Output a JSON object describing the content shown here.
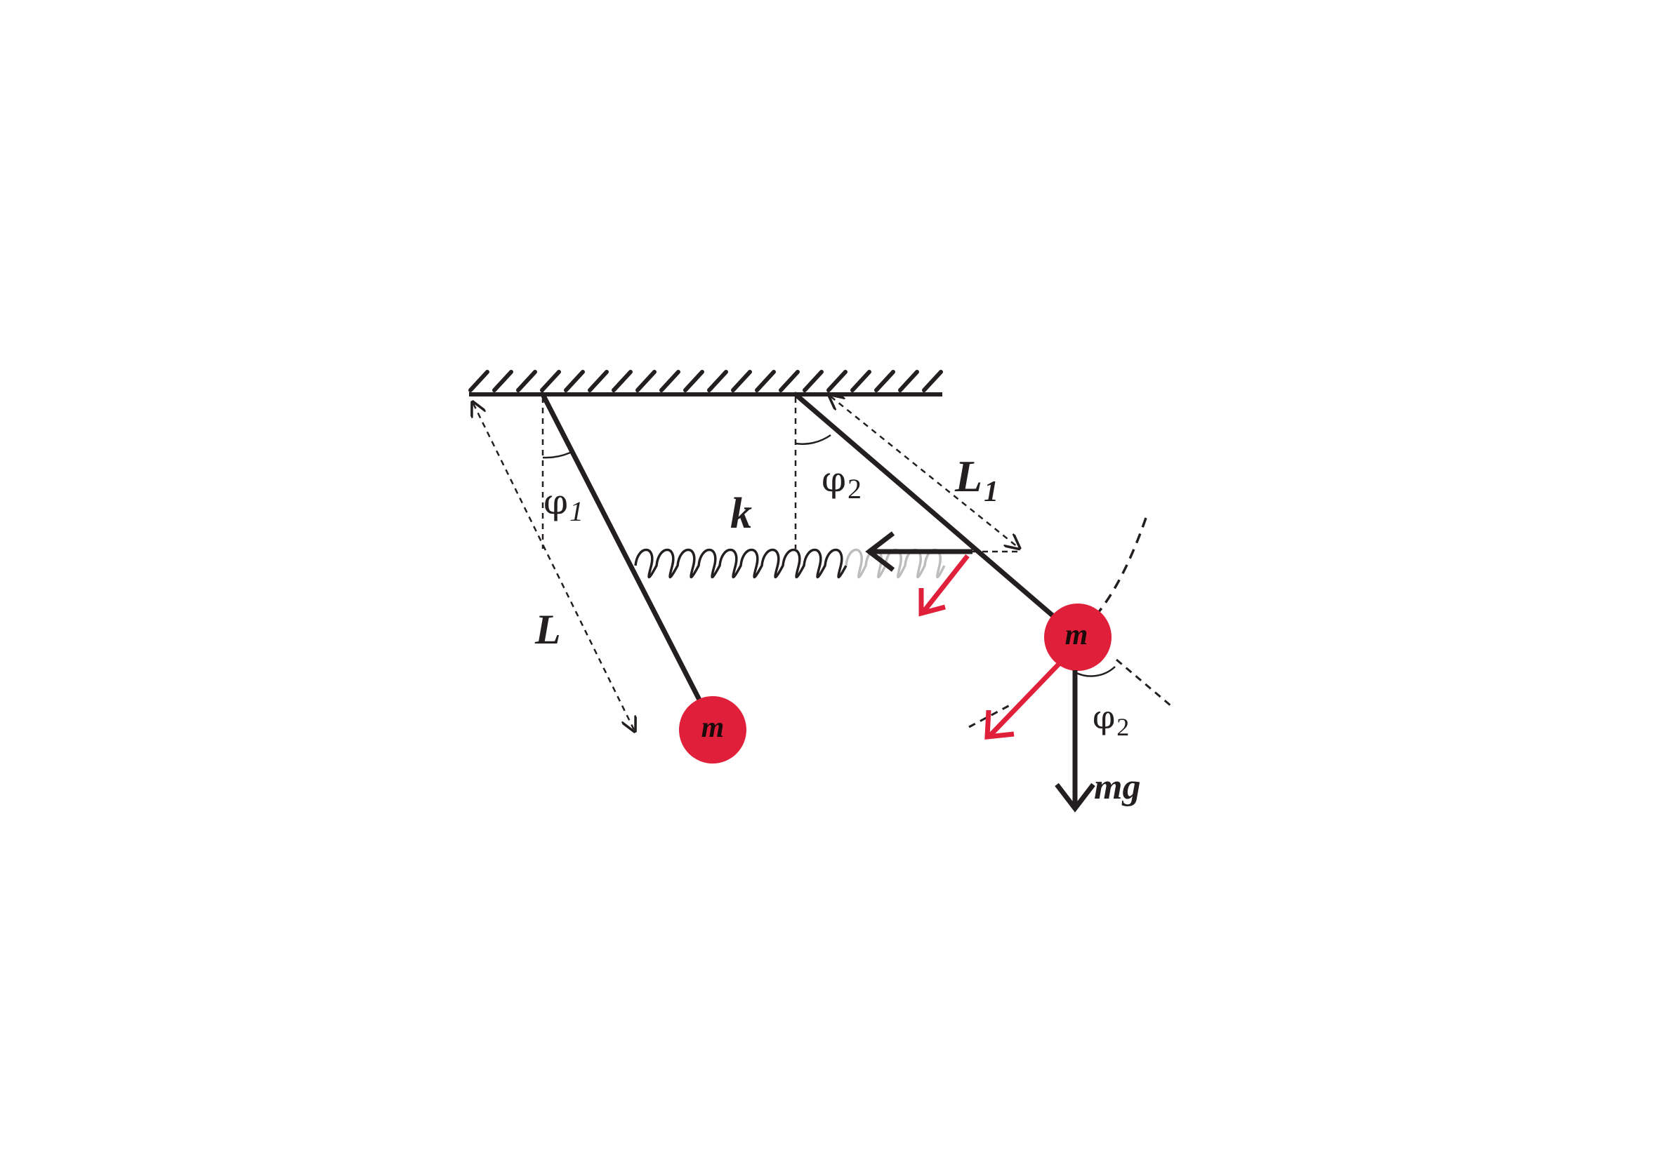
{
  "colors": {
    "line": "#231f20",
    "mass": "#e0203a",
    "mass_text": "#1a0a0c",
    "spring": "#231f20",
    "spring_faded": "#bdbdbd",
    "force_red": "#e0203a",
    "dash": "#231f20"
  },
  "labels": {
    "length_left": "L",
    "length_right_base": "L",
    "length_right_sub": "1",
    "spring_constant": "k",
    "angle_left_base": "φ",
    "angle_left_sub": "1",
    "angle_right_base": "φ",
    "angle_right_sub": "2",
    "angle_mass_base": "φ",
    "angle_mass_sub": "2",
    "mass_left": "m",
    "mass_right": "m",
    "gravity": "mg"
  }
}
